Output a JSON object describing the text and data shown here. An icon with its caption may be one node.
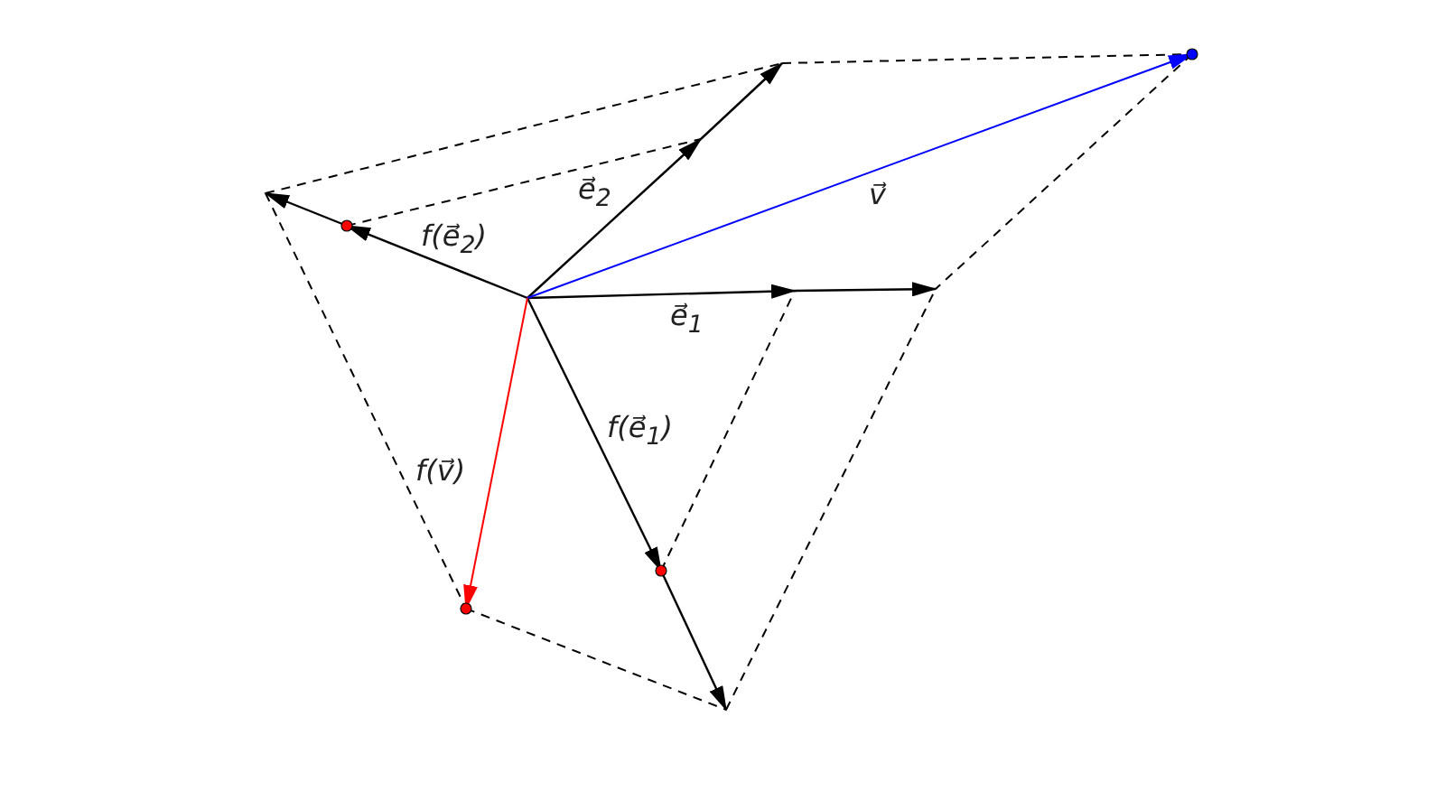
{
  "diagram": {
    "labels": [
      "e⃗$_{2}$",
      "v⃗",
      "f(e⃗$_{2}$)",
      "e⃗$_{1}$",
      "f(e⃗$_{1}$)",
      "f(v⃗)"
    ]
  }
}
